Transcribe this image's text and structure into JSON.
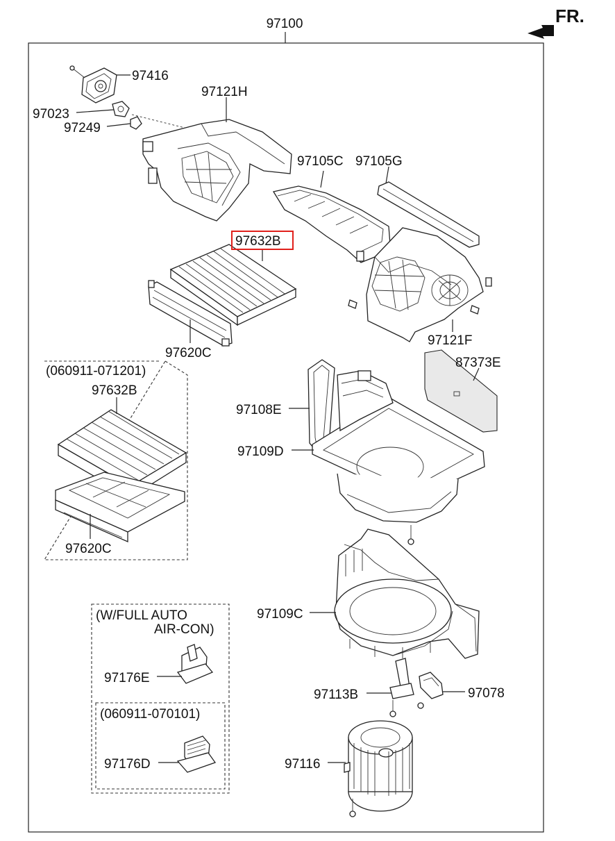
{
  "assembly_number": "97100",
  "direction_label": "FR.",
  "labels": {
    "p97416": "97416",
    "p97023": "97023",
    "p97249": "97249",
    "p97121H": "97121H",
    "p97105C": "97105C",
    "p97105G": "97105G",
    "p97632B_selected": "97632B",
    "p97620C_top": "97620C",
    "p97121F": "97121F",
    "p87373E": "87373E",
    "p97108E": "97108E",
    "p97109D": "97109D",
    "p97632B_alt": "97632B",
    "p97620C_alt": "97620C",
    "p97109C": "97109C",
    "p97176E": "97176E",
    "p97113B": "97113B",
    "p97078": "97078",
    "p97176D": "97176D",
    "p97116": "97116"
  },
  "groups": {
    "filter_alt_range": "(060911-071201)",
    "auto_aircon_line1": "(W/FULL AUTO",
    "auto_aircon_line2": "AIR-CON)",
    "resistor_range": "(060911-070101)"
  },
  "colors": {
    "highlight": "#e0201b",
    "line": "#222222"
  }
}
